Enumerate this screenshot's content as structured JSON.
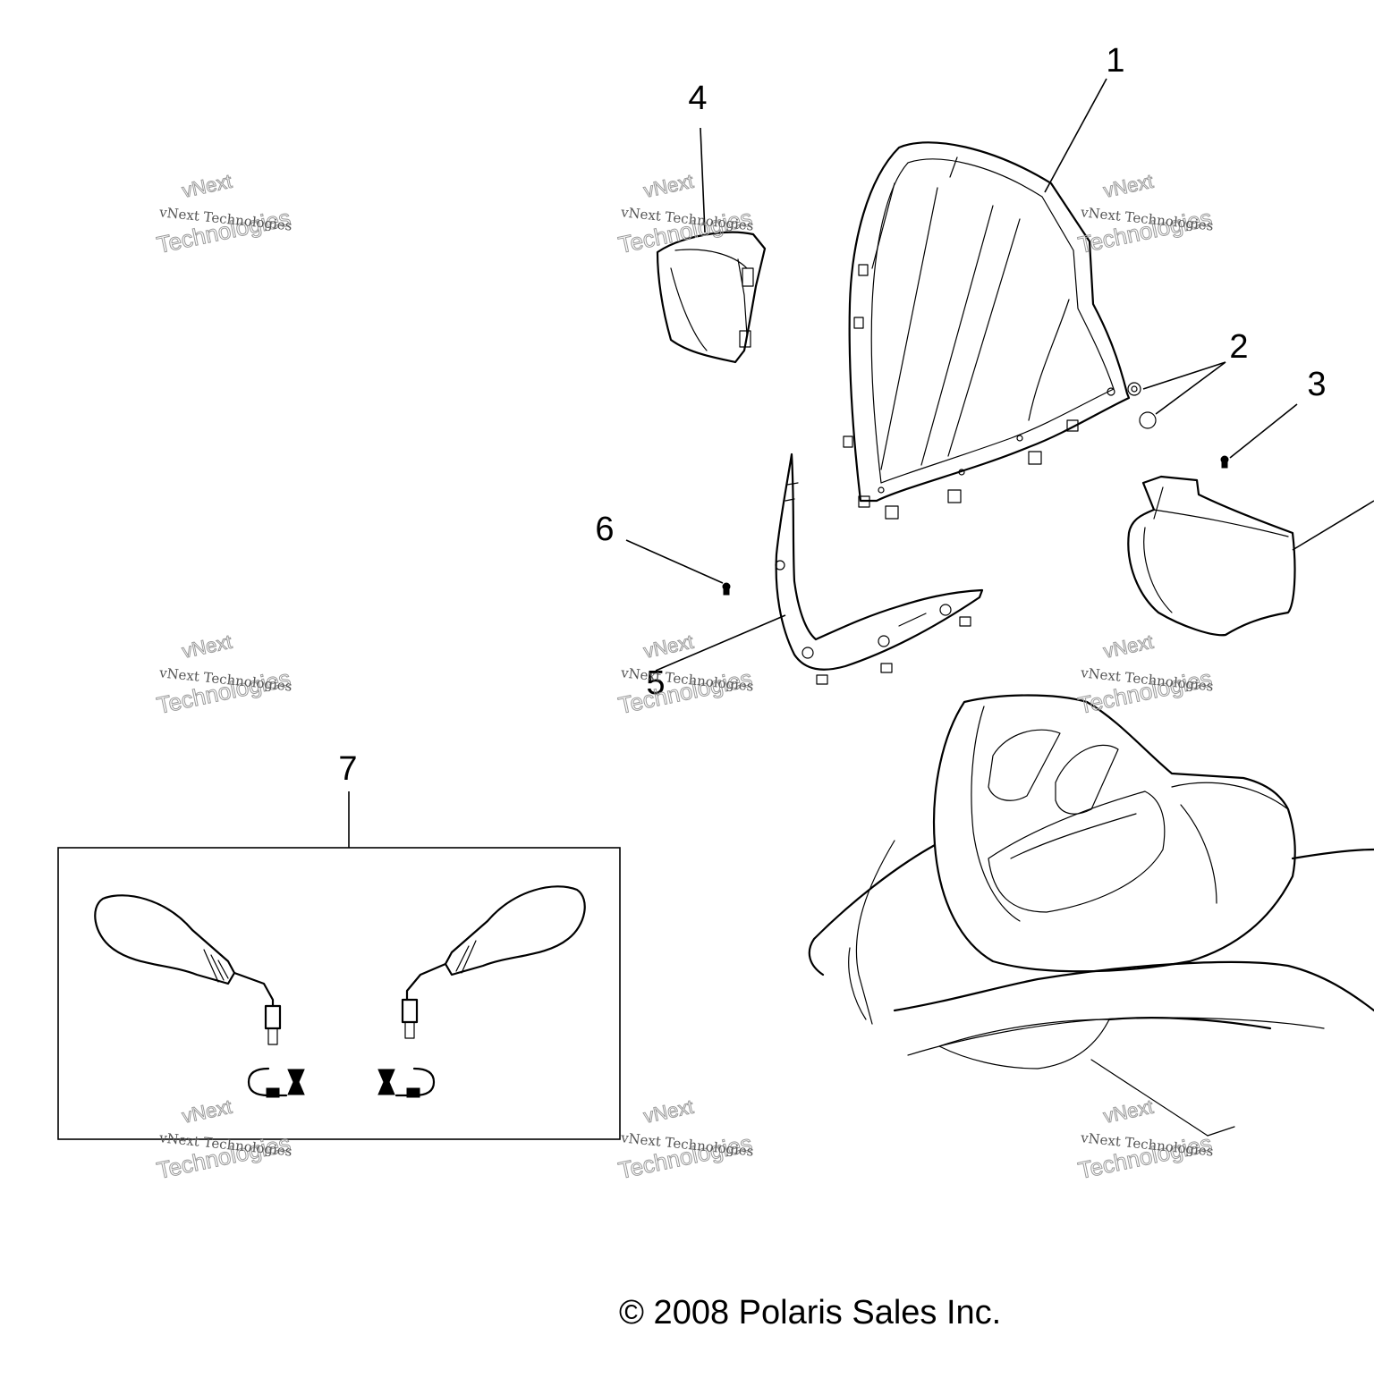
{
  "diagram": {
    "callouts": [
      {
        "id": "1",
        "label": "1"
      },
      {
        "id": "2",
        "label": "2"
      },
      {
        "id": "3",
        "label": "3"
      },
      {
        "id": "4",
        "label": "4"
      },
      {
        "id": "5",
        "label": "5"
      },
      {
        "id": "6",
        "label": "6"
      },
      {
        "id": "7",
        "label": "7"
      }
    ],
    "watermark": {
      "brand": "vNext",
      "line1": "vNext Technologies",
      "line2": "Technologies"
    },
    "copyright": "© 2008 Polaris Sales Inc."
  }
}
